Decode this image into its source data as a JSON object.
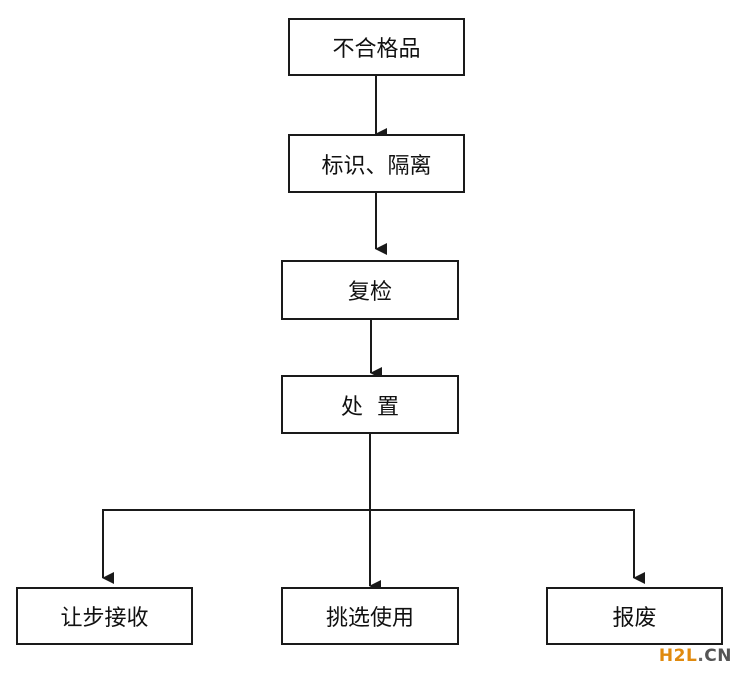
{
  "flow": {
    "nodes": [
      {
        "id": "n1",
        "label": "不合格品"
      },
      {
        "id": "n2",
        "label": "标识、隔离"
      },
      {
        "id": "n3",
        "label": "复检"
      },
      {
        "id": "n4",
        "label": "处  置"
      },
      {
        "id": "n5",
        "label": "让步接收"
      },
      {
        "id": "n6",
        "label": "挑选使用"
      },
      {
        "id": "n7",
        "label": "报废"
      }
    ],
    "edges": [
      {
        "from": "n1",
        "to": "n2"
      },
      {
        "from": "n2",
        "to": "n3"
      },
      {
        "from": "n3",
        "to": "n4"
      },
      {
        "from": "n4",
        "to": "n5"
      },
      {
        "from": "n4",
        "to": "n6"
      },
      {
        "from": "n4",
        "to": "n7"
      }
    ]
  },
  "colors": {
    "stroke": "#1a1a1a",
    "watermark": "#e08a0e"
  },
  "watermark": {
    "brand": "H2L",
    "dot": ".",
    "tld": "CN"
  }
}
